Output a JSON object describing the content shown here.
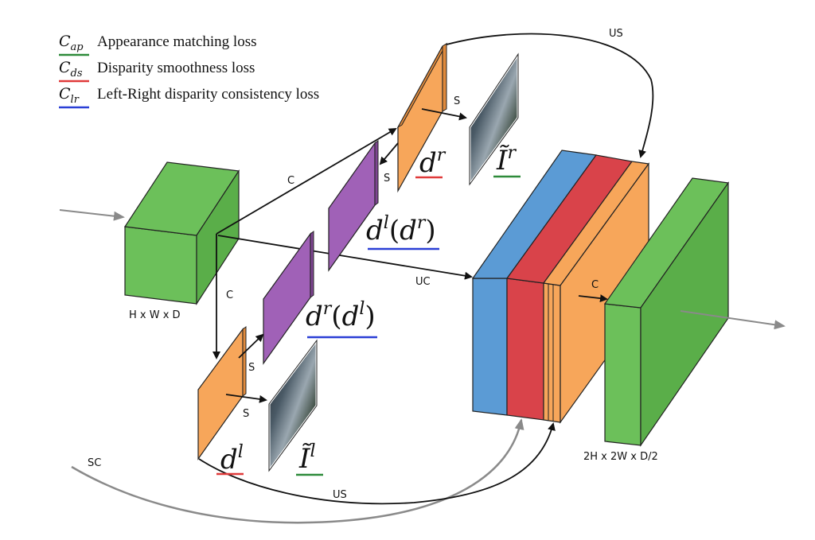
{
  "legend": [
    {
      "symbol": "C",
      "sub": "ap",
      "text": "Appearance matching loss",
      "color": "#2e8b3a"
    },
    {
      "symbol": "C",
      "sub": "ds",
      "text": "Disparity smoothness loss",
      "color": "#e03a3a"
    },
    {
      "symbol": "C",
      "sub": "lr",
      "text": "Left-Right disparity consistency loss",
      "color": "#2a3fd6"
    }
  ],
  "colors": {
    "green": "#6cc05a",
    "orange": "#f7a65a",
    "purple": "#a061b7",
    "blue": "#5b9bd5",
    "red": "#d9434a",
    "arrow_gray": "#8a8a8a",
    "arrow_black": "#111111"
  },
  "labels": {
    "input_dims": "H x W x D",
    "output_dims": "2H x 2W x D/2",
    "c_top": "C",
    "c_left": "C",
    "c_right": "C",
    "s_top_right": "S",
    "s_top_down": "S",
    "s_bottom_up": "S",
    "s_bottom_right": "S",
    "us_top": "US",
    "us_bottom": "US",
    "uc": "UC",
    "sc": "SC"
  },
  "math": {
    "dr": {
      "base": "d",
      "sup": "r"
    },
    "Ir": {
      "base": "Ĩ",
      "sup": "r"
    },
    "dl_dr": {
      "base": "d",
      "sup": "l",
      "paren_base": "d",
      "paren_sup": "r"
    },
    "dr_dl": {
      "base": "d",
      "sup": "r",
      "paren_base": "d",
      "paren_sup": "l"
    },
    "dl": {
      "base": "d",
      "sup": "l"
    },
    "Il": {
      "base": "Ĩ",
      "sup": "l"
    }
  }
}
